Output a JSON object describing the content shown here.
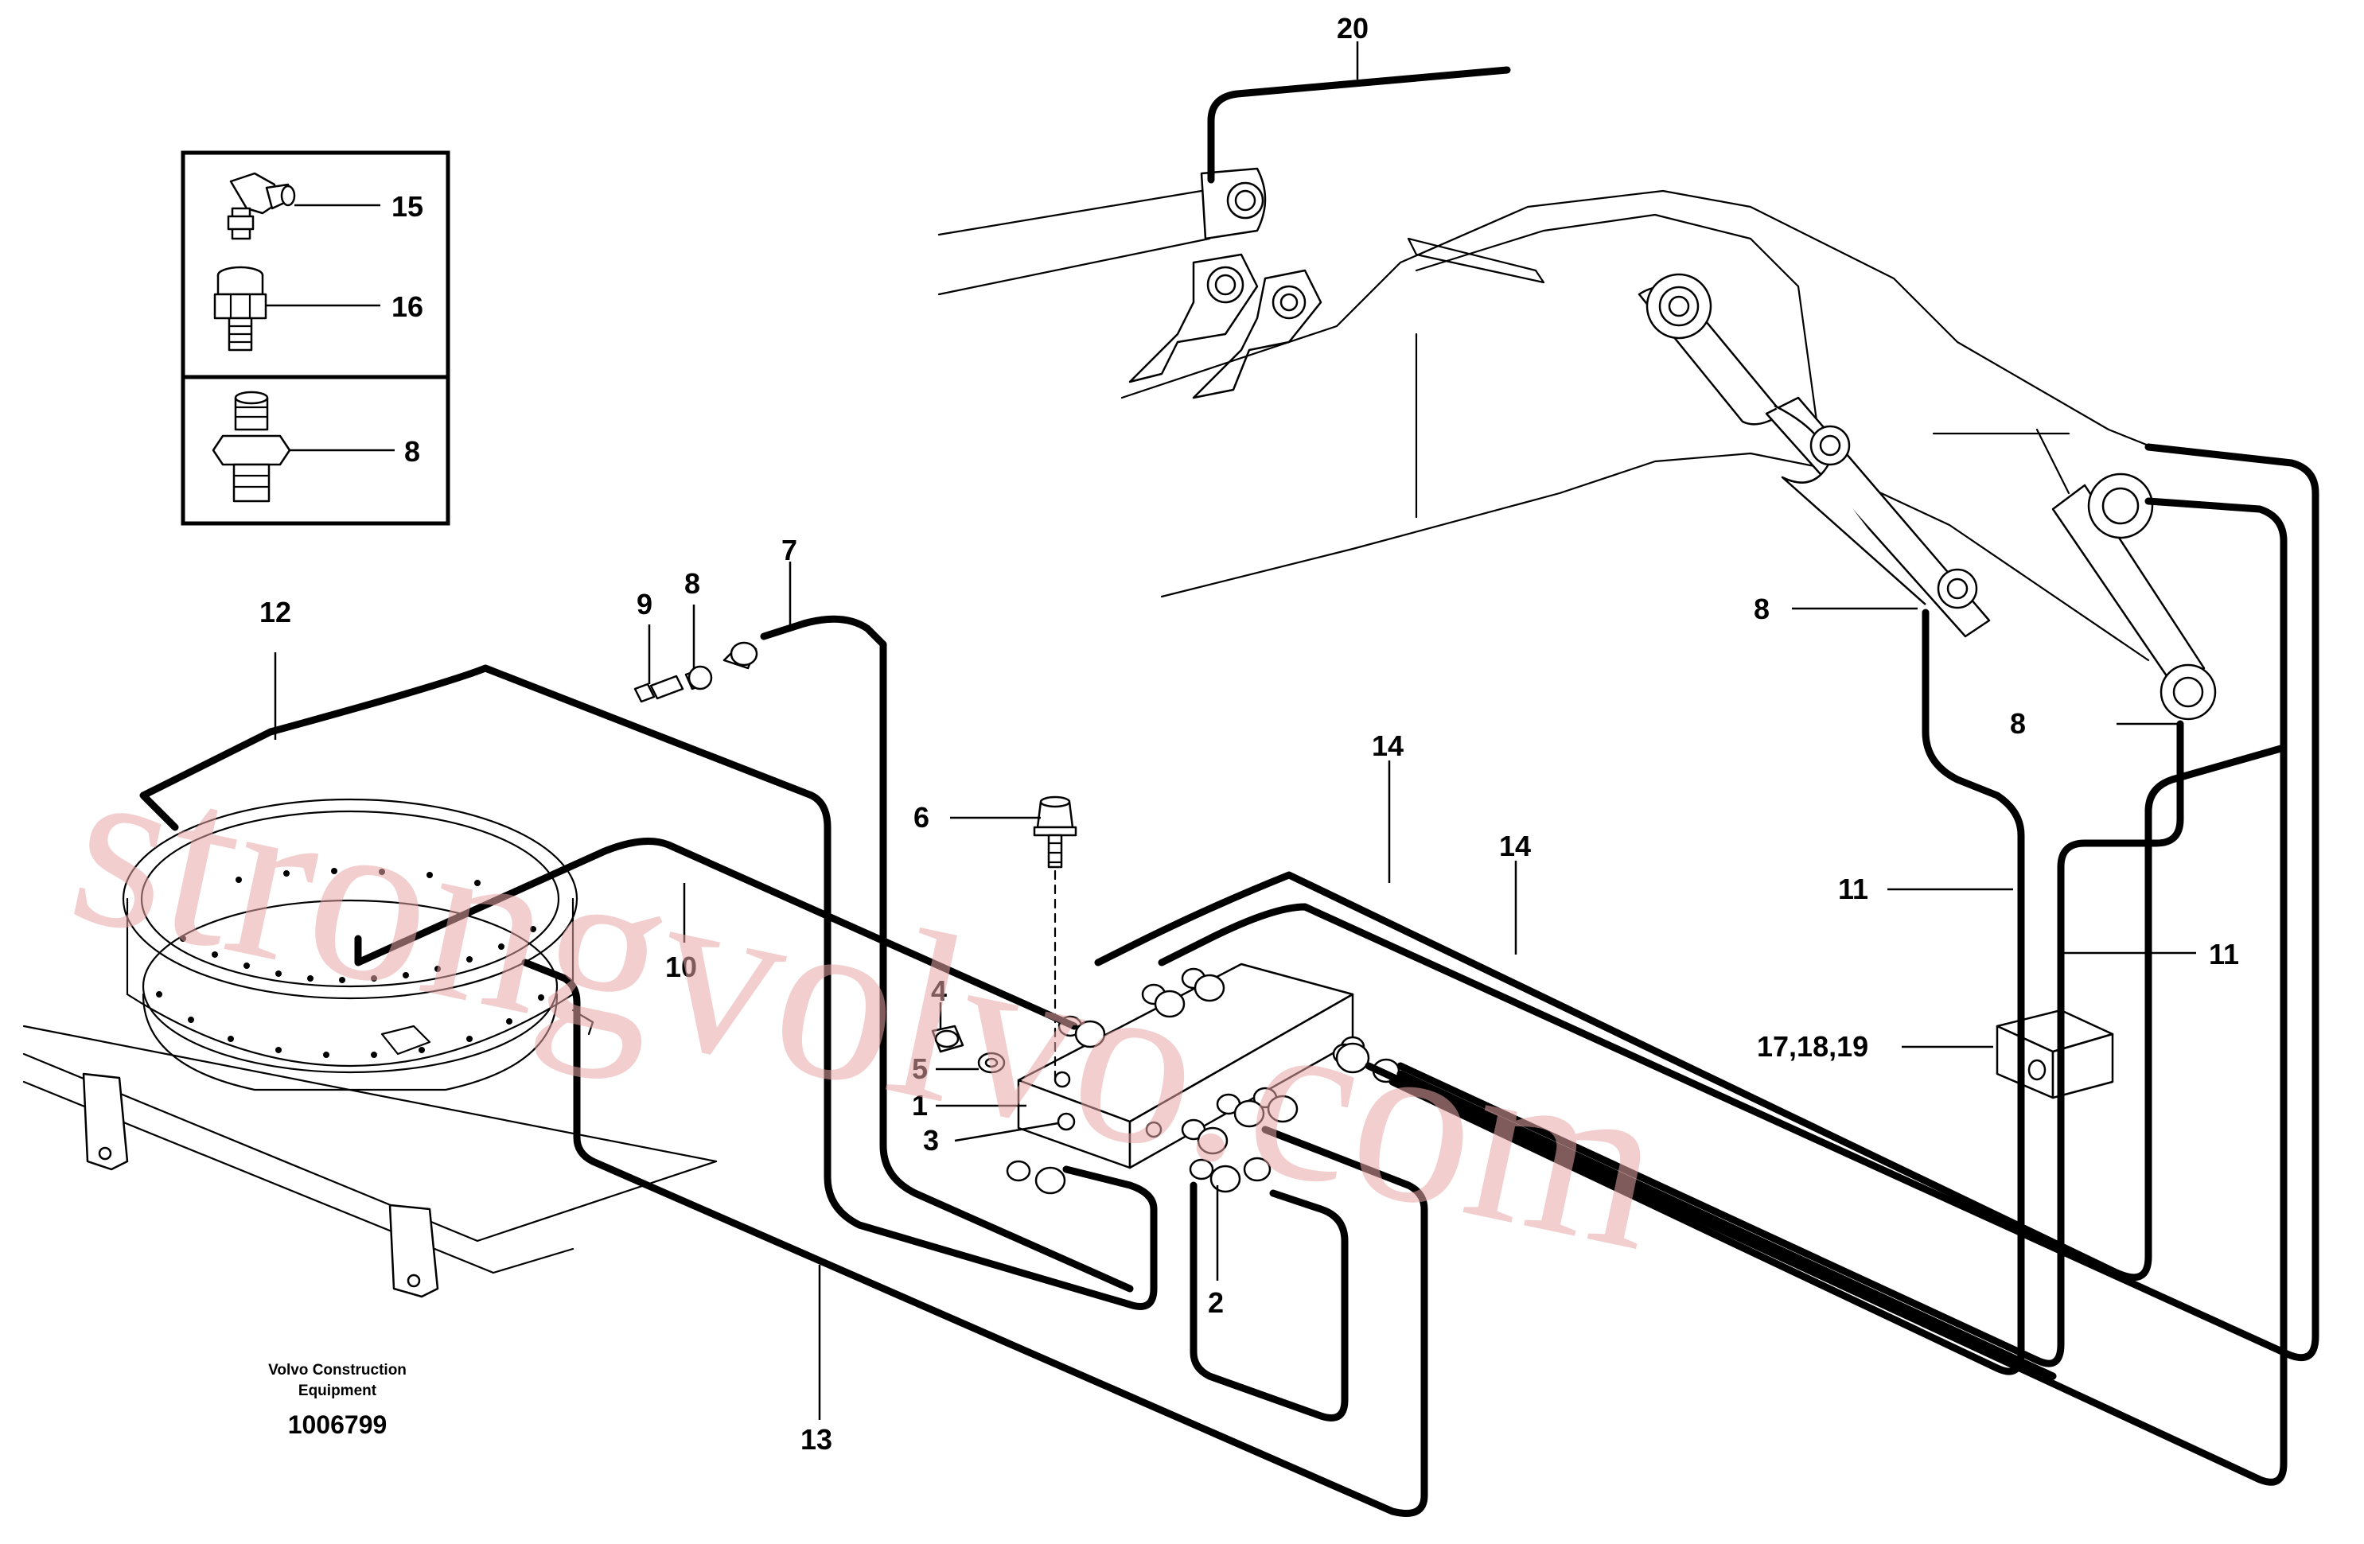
{
  "diagram": {
    "callouts": {
      "c20": "20",
      "c15": "15",
      "c16": "16",
      "c8_inset": "8",
      "c12": "12",
      "c9": "9",
      "c8_mid": "8",
      "c7": "7",
      "c6": "6",
      "c4": "4",
      "c5": "5",
      "c1": "1",
      "c3": "3",
      "c2": "2",
      "c10": "10",
      "c13": "13",
      "c14a": "14",
      "c14b": "14",
      "c8_upper": "8",
      "c8_lower": "8",
      "c11a": "11",
      "c11b": "11",
      "c17": "17,18,19"
    },
    "credit_line1": "Volvo Construction",
    "credit_line2": "Equipment",
    "document_number": "1006799",
    "watermark": "strongvolvo.com"
  }
}
